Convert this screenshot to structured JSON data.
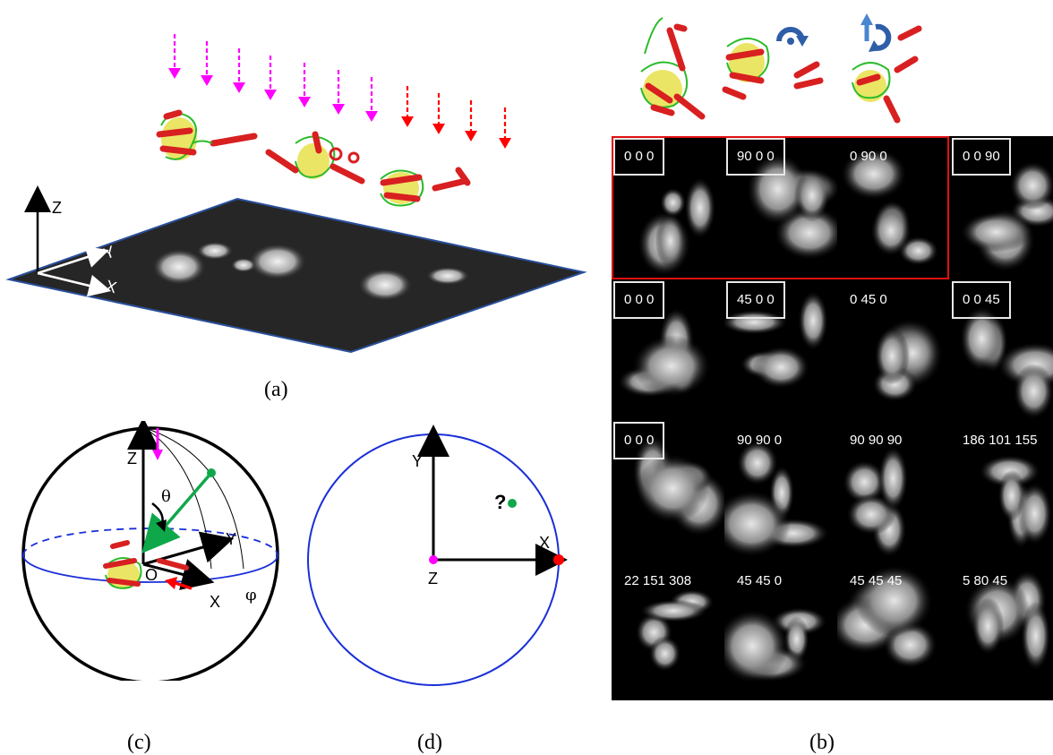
{
  "panel_labels": {
    "a": "(a)",
    "b": "(b)",
    "c": "(c)",
    "d": "(d)"
  },
  "panel_a": {
    "axes": {
      "z": "Z",
      "y": "Y",
      "x": "X"
    }
  },
  "panel_c": {
    "axes": {
      "z": "Z",
      "y": "Y",
      "x": "X",
      "origin": "O"
    },
    "theta": "θ",
    "phi": "φ"
  },
  "panel_d": {
    "axes": {
      "y": "Y",
      "x": "X",
      "z": "Z"
    },
    "question": "?"
  },
  "panel_b": {
    "rows": [
      [
        {
          "label": "0 0 0",
          "boxed": true
        },
        {
          "label": "90 0 0",
          "boxed": true
        },
        {
          "label": "0 90 0",
          "boxed": false
        },
        {
          "label": "0 0 90",
          "boxed": true
        }
      ],
      [
        {
          "label": "0 0 0",
          "boxed": true
        },
        {
          "label": "45 0 0",
          "boxed": true
        },
        {
          "label": "0 45 0",
          "boxed": false
        },
        {
          "label": "0 0 45",
          "boxed": true
        }
      ],
      [
        {
          "label": "0 0 0",
          "boxed": true
        },
        {
          "label": "90 90 0",
          "boxed": false
        },
        {
          "label": "90 90 90",
          "boxed": false
        },
        {
          "label": "186 101 155",
          "boxed": false
        }
      ],
      [
        {
          "label": "22 151 308",
          "boxed": false
        },
        {
          "label": "45 45 0",
          "boxed": false
        },
        {
          "label": "45 45 45",
          "boxed": false
        },
        {
          "label": "5 80 45",
          "boxed": false
        }
      ]
    ]
  },
  "colors": {
    "magenta": "#ff00ff",
    "red": "#ff0000",
    "blue": "#0000ff",
    "green": "#0ea84a",
    "rotation_arrow": "#2e5ea8"
  },
  "icons": [
    "rotate-cw-icon",
    "rotate-around-vertical-icon"
  ]
}
